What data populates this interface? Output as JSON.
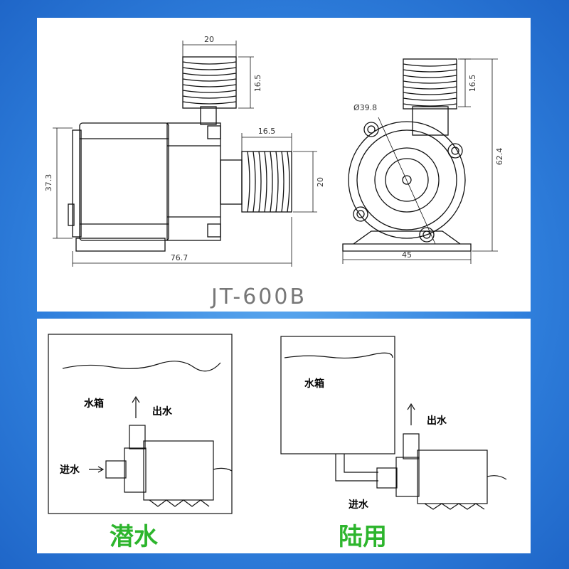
{
  "model_label": "JT-600B",
  "dimensions": {
    "outlet_width": "20",
    "outlet_height": "16.5",
    "inlet_length": "16.5",
    "inlet_width": "20",
    "body_height": "37.3",
    "total_length": "76.7",
    "diameter": "Ø39.8",
    "side_outlet_height": "16.5",
    "total_height": "62.4",
    "base_width": "45"
  },
  "submerged": {
    "title": "潜水",
    "tank_label": "水箱",
    "outlet_label": "出水",
    "inlet_label": "进水"
  },
  "land": {
    "title": "陆用",
    "tank_label": "水箱",
    "outlet_label": "出水",
    "inlet_label": "进水"
  },
  "colors": {
    "background": "#2f7fdc",
    "title_green": "#2db52d"
  }
}
